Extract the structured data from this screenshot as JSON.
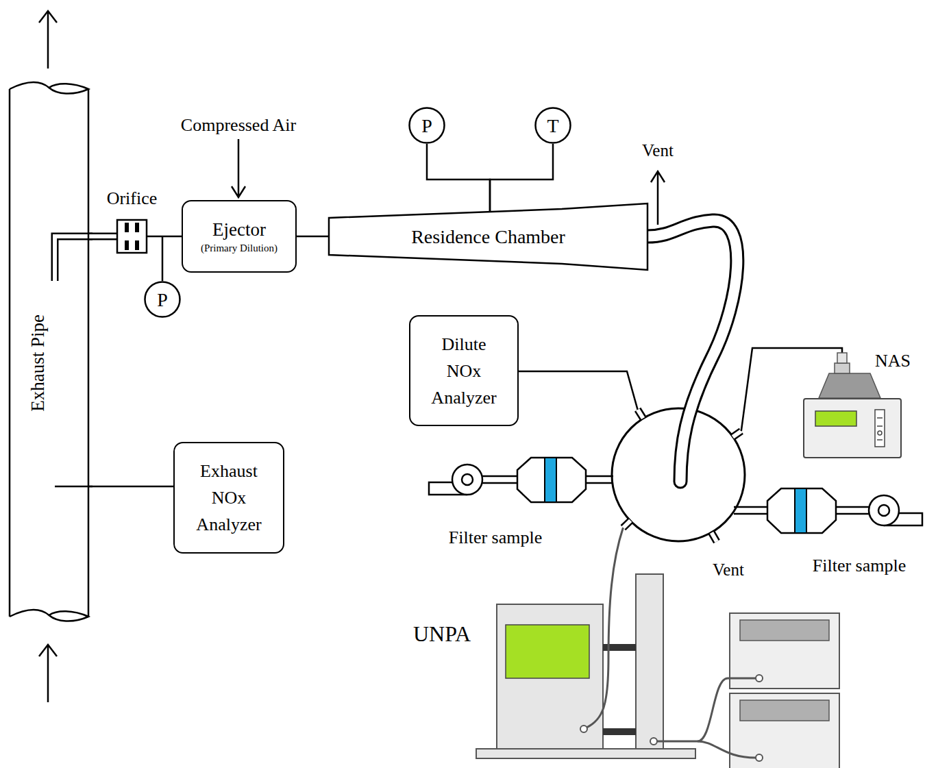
{
  "diagram": {
    "nodes": [
      {
        "text": [
          "P"
        ]
      },
      {
        "text": [
          "T"
        ]
      },
      {
        "text": [
          "Exhaust Pipe"
        ]
      },
      {
        "text": [
          "Orifice"
        ]
      },
      {
        "text": [
          "Ejector",
          "(Primary Dilution)"
        ]
      },
      {
        "text": [
          "Residence Chamber"
        ]
      },
      {
        "text": [
          "P"
        ]
      },
      {
        "text": [
          "Dilute NOx Analyzer"
        ]
      },
      {
        "text": [
          "Exhaust NOx Analyzer"
        ]
      }
    ],
    "edges": [
      {
        "from": 2,
        "to": 3,
        "arrow": "none"
      },
      {
        "from": 3,
        "to": 4,
        "arrow": "none"
      },
      {
        "from": 4,
        "to": 5,
        "arrow": "none"
      },
      {
        "from": 0,
        "to": 5,
        "arrow": "none"
      },
      {
        "from": 1,
        "to": 5,
        "arrow": "none"
      },
      {
        "from": 2,
        "to": 8,
        "arrow": "none"
      }
    ],
    "labels": [
      "Compressed Air",
      "Vent",
      "NAS",
      "Filter sample",
      "Vent",
      "Filter sample",
      "UNPA"
    ]
  }
}
